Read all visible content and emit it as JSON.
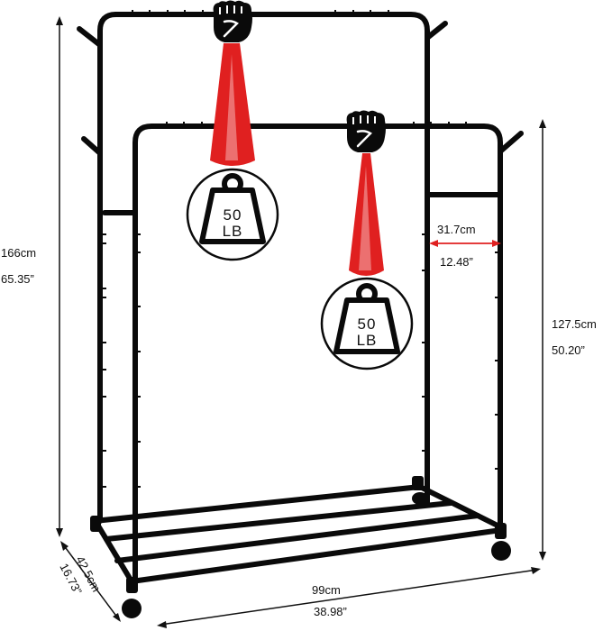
{
  "product_image": {
    "colors": {
      "frame": "#0a0a0a",
      "dimension_line": "#111111",
      "accent_red": "#e02020",
      "background": "#ffffff"
    },
    "icons": [
      "fist-icon",
      "weight-icon"
    ],
    "dimensions": {
      "total_height_cm": "166cm",
      "total_height_in": "65.35”",
      "front_height_cm": "127.5cm",
      "front_height_in": "50.20”",
      "depth_cm": "42.5cm",
      "depth_in": "16.73”",
      "width_cm": "99cm",
      "width_in": "38.98”",
      "rail_gap_cm": "31.7cm",
      "rail_gap_in": "12.48”"
    },
    "load_badges": [
      {
        "value": "50",
        "unit": "LB"
      },
      {
        "value": "50",
        "unit": "LB"
      }
    ]
  }
}
